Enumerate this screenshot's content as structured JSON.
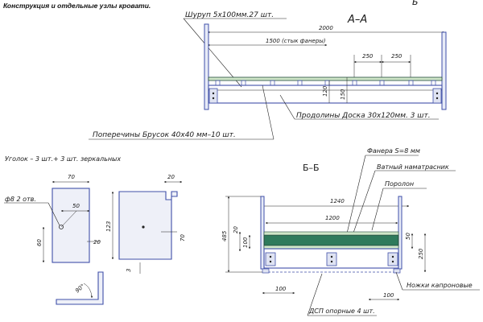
{
  "header": {
    "title": "Конструкция и отдельные узлы кровати."
  },
  "view_aa": {
    "section_label": "А–А",
    "section_mark": "Б",
    "screw_label": "Шуруп 5х100мм.27 шт.",
    "overall_length": "2000",
    "joint_length": "1500 (стык фанеры)",
    "spacing_1": "250",
    "spacing_2": "250",
    "height_120": "120",
    "height_150": "150",
    "long_boards_label": "Продолины Доска 30х120мм. 3 шт.",
    "crossbars_label": "Поперечины Брусок 40х40 мм–10 шт."
  },
  "bracket": {
    "title": "Уголок – 3 шт.+ 3 шт. зеркальных",
    "hole_label": "ф8 2 отв.",
    "width_70": "70",
    "offset_50": "50",
    "height_60": "60",
    "gap_20": "20",
    "tab_20": "20",
    "height_123": "123",
    "flange_70": "70",
    "thick_3": "3",
    "angle_90": "90°"
  },
  "view_bb": {
    "section_label": "Б–Б",
    "plywood_label": "Фанера S=8 мм",
    "mattress_label": "Ватный наматрасник",
    "foam_label": "Поролон",
    "width_1240": "1240",
    "width_1200": "1200",
    "dim_20": "20",
    "dim_100_v": "100",
    "dim_485": "485",
    "dim_50": "50",
    "dim_250": "250",
    "dim_100_left": "100",
    "dim_100_right": "100",
    "legs_label": "Ножки капроновые",
    "chipboard_label": "ДСП опорные  4 шт."
  },
  "colors": {
    "frame_blue": "#3f4fa8",
    "mattress_green": "#2f7a5c",
    "plywood_green": "#cfe6c8",
    "dark_green": "#244a3c"
  }
}
